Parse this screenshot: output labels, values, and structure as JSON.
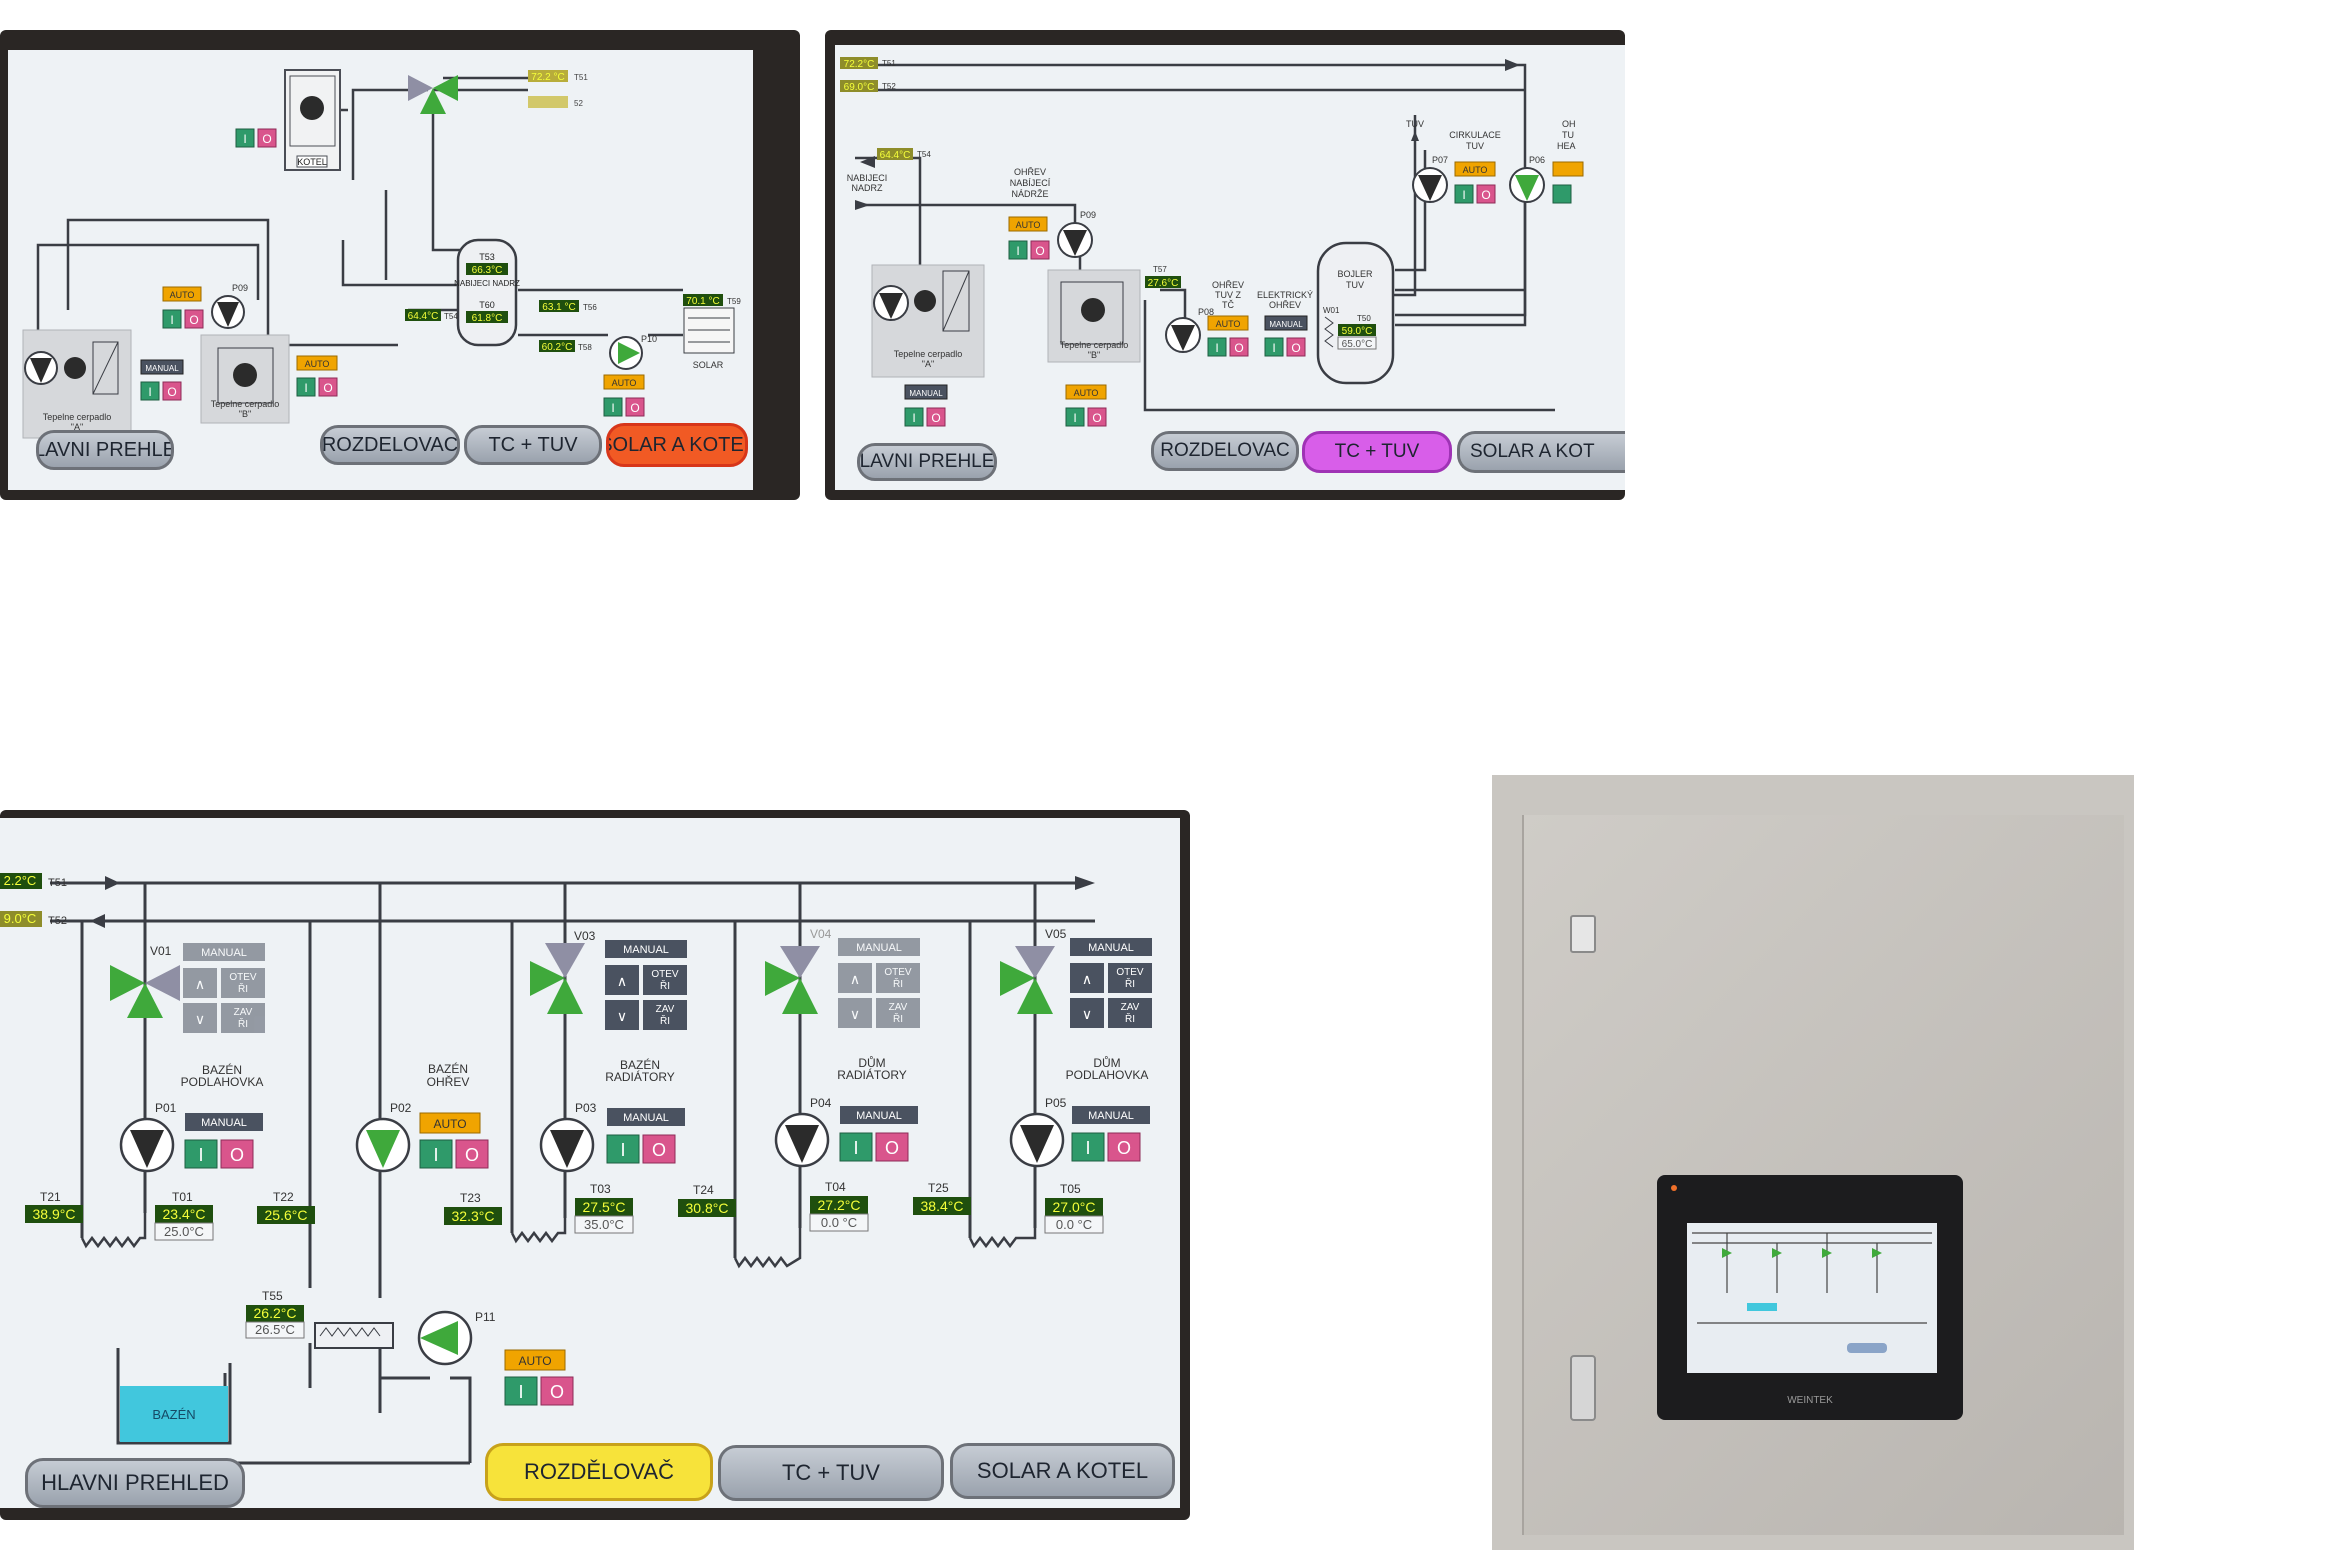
{
  "colors": {
    "auto": "#f0a400",
    "manual": "#4a5260",
    "btn_on": "#2f9a6a",
    "btn_off": "#d9558c",
    "pump_dark": "#2b2b2b",
    "pump_green": "#3fa93b",
    "valve_gray": "#8f8fa4",
    "value_bg": "#1f4f0e",
    "value_fg": "#f5ff3a",
    "nav_solar": "#f15a24",
    "nav_tc": "#d85ee9",
    "nav_rozd": "#f7e33a",
    "pool": "#41c7dd"
  },
  "common": {
    "auto": "AUTO",
    "manual": "MANUAL",
    "on": "I",
    "off": "O",
    "hlavni": "HLAVNI PREHLED",
    "rozdelovac": "ROZDELOVAC",
    "rozdelovac_cz": "ROZDĚLOVAČ",
    "tc_tuv": "TC + TUV",
    "solar_kotel": "SOLAR A KOTEL",
    "solar_kotel_cut": "SOLAR A KOT"
  },
  "s1": {
    "kotel": "KOTEL",
    "t51": "72.2 °C",
    "t51_tag": "T51",
    "t52_tag": "52",
    "t53": "T53",
    "t53_val": "66.3°C",
    "tank": "NABIJECI NADRZ",
    "t60": "T60",
    "t60_val": "61.8°C",
    "t54": "64.4°C",
    "t54_tag": "T54",
    "t56": "63.1 °C",
    "t56_tag": "T56",
    "t58": "60.2°C",
    "t58_tag": "T58",
    "t59": "70.1 °C",
    "t59_tag": "T59",
    "solar": "SOLAR",
    "p09": "P09",
    "p10": "P10",
    "hp_a": "Tepelne cerpadlo",
    "hp_a2": "\"A\"",
    "hp_b": "Tepelne cerpadlo",
    "hp_b2": "\"B\""
  },
  "s2": {
    "t51": "72.2°C",
    "t51_tag": "T51",
    "t52": "69.0°C",
    "t52_tag": "T52",
    "t54": "64.4°C",
    "t54_tag": "T54",
    "nab1": "NABIJECI",
    "nab2": "NADRZ",
    "ohrev1": "OHŘEV",
    "ohrev2": "NABÍJECÍ",
    "ohrev3": "NÁDRŽE",
    "p09": "P09",
    "p08": "P08",
    "p07": "P07",
    "p06": "P06",
    "t57": "27.6°C",
    "t57_tag": "T57",
    "tuvtc1": "OHŘEV",
    "tuvtc2": "TUV Z",
    "tuvtc3": "TČ",
    "el1": "ELEKTRICKÝ",
    "el2": "OHŘEV",
    "boj1": "BOJLER",
    "boj2": "TUV",
    "w01": "W01",
    "t50": "T50",
    "t50_val": "59.0°C",
    "t50_set": "65.0°C",
    "tuv": "TUV",
    "cirk1": "CIRKULACE",
    "cirk2": "TUV",
    "oh1": "OH",
    "oh2": "TU",
    "oh3": "HEA",
    "hp_a": "Tepelne cerpadlo",
    "hp_a2": "\"A\"",
    "hp_b": "Tepelne cerpadlo",
    "hp_b2": "\"B\""
  },
  "s3": {
    "t51": "2.2°C",
    "t51_tag": "T51",
    "t52": "9.0°C",
    "t52_tag": "T52",
    "otev": "OTEV",
    "ri": "ŘI",
    "zav": "ZAV",
    "up": "∧",
    "down": "∨",
    "v01": "V01",
    "v03": "V03",
    "v04": "V04",
    "v05": "V05",
    "c1a": "BAZÉN",
    "c1b": "PODLAHOVKA",
    "c2a": "BAZÉN",
    "c2b": "OHŘEV",
    "c3a": "BAZÉN",
    "c3b": "RADIÁTORY",
    "c4a": "DŮM",
    "c4b": "RADIÁTORY",
    "c5a": "DŮM",
    "c5b": "PODLAHOVKA",
    "p01": "P01",
    "p02": "P02",
    "p03": "P03",
    "p04": "P04",
    "p05": "P05",
    "p11": "P11",
    "t21": "T21",
    "t21_val": "38.9°C",
    "t01": "T01",
    "t01_val": "23.4°C",
    "t01_set": "25.0°C",
    "t22": "T22",
    "t22_val": "25.6°C",
    "t23": "T23",
    "t23_val": "32.3°C",
    "t03": "T03",
    "t03_val": "27.5°C",
    "t03_set": "35.0°C",
    "t24": "T24",
    "t24_val": "30.8°C",
    "t04": "T04",
    "t04_val": "27.2°C",
    "t04_set": "0.0 °C",
    "t25": "T25",
    "t25_val": "38.4°C",
    "t05": "T05",
    "t05_val": "27.0°C",
    "t05_set": "0.0 °C",
    "t55": "T55",
    "t55_val": "26.2°C",
    "t55_set": "26.5°C",
    "pool": "BAZÉN"
  },
  "photo": {
    "brand": "WEINTEK"
  }
}
